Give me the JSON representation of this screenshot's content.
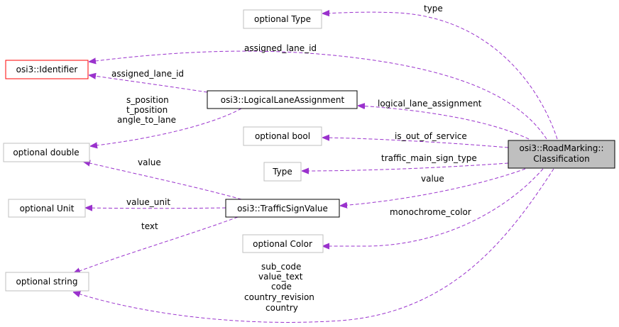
{
  "nodes": {
    "optional_type": "optional Type",
    "identifier": "osi3::Identifier",
    "logical_lane_assignment": "osi3::LogicalLaneAssignment",
    "optional_bool": "optional bool",
    "optional_double": "optional double",
    "type": "Type",
    "optional_unit": "optional Unit",
    "traffic_sign_value": "osi3::TrafficSignValue",
    "optional_color": "optional Color",
    "optional_string": "optional string",
    "classification_line1": "osi3::RoadMarking::",
    "classification_line2": "Classification"
  },
  "edges": {
    "type": "type",
    "assigned_lane_id_top": "assigned_lane_id",
    "assigned_lane_id_lla": "assigned_lane_id",
    "s_position": "s_position",
    "t_position": "t_position",
    "angle_to_lane": "angle_to_lane",
    "logical_lane_assignment": "logical_lane_assignment",
    "is_out_of_service": "is_out_of_service",
    "traffic_main_sign_type": "traffic_main_sign_type",
    "value_double": "value",
    "value_tsv": "value",
    "value_unit": "value_unit",
    "monochrome_color": "monochrome_color",
    "text": "text",
    "sub_code": "sub_code",
    "value_text": "value_text",
    "code": "code",
    "country_revision": "country_revision",
    "country": "country"
  },
  "colors": {
    "edge": "#9a32cd",
    "focus_fill": "#bfbfbf",
    "focus_border": "#000000",
    "link_border": "#000000",
    "missing_border": "#ff0000",
    "external_border": "#bfbfbf"
  }
}
